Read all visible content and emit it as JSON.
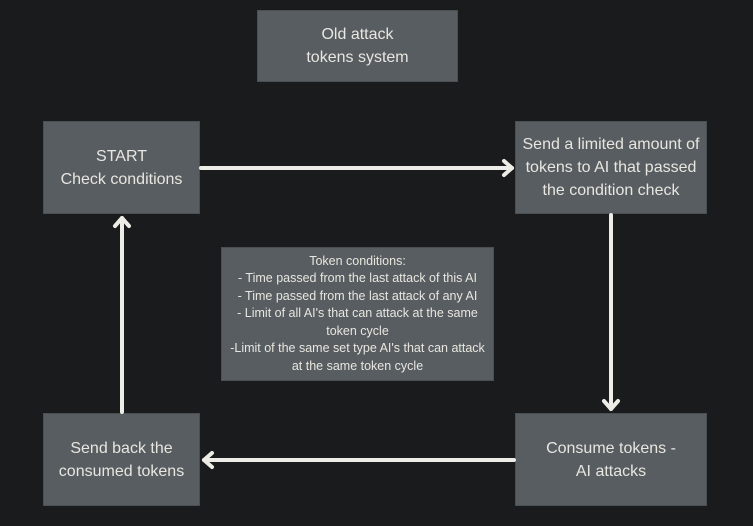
{
  "diagram": {
    "title": "Old attack\ntokens system",
    "nodes": {
      "start": "START\nCheck conditions",
      "send_tokens": "Send a limited amount of\ntokens to AI that passed\nthe condition check",
      "consume": "Consume tokens -\nAI attacks",
      "send_back": "Send back the\nconsumed tokens",
      "conditions": "Token conditions:\n- Time passed from the last attack of this AI\n- Time passed from the last attack of any AI\n- Limit of all AI's that can attack at the same\ntoken cycle\n-Limit of the same set type AI's that can attack\nat the same token cycle"
    },
    "edges": [
      {
        "from": "start",
        "to": "send_tokens"
      },
      {
        "from": "send_tokens",
        "to": "consume"
      },
      {
        "from": "consume",
        "to": "send_back"
      },
      {
        "from": "send_back",
        "to": "start"
      }
    ],
    "colors": {
      "background": "#1a1b1d",
      "node": "#575d60",
      "text": "#e8e6e0",
      "arrow": "#eeece6"
    }
  }
}
